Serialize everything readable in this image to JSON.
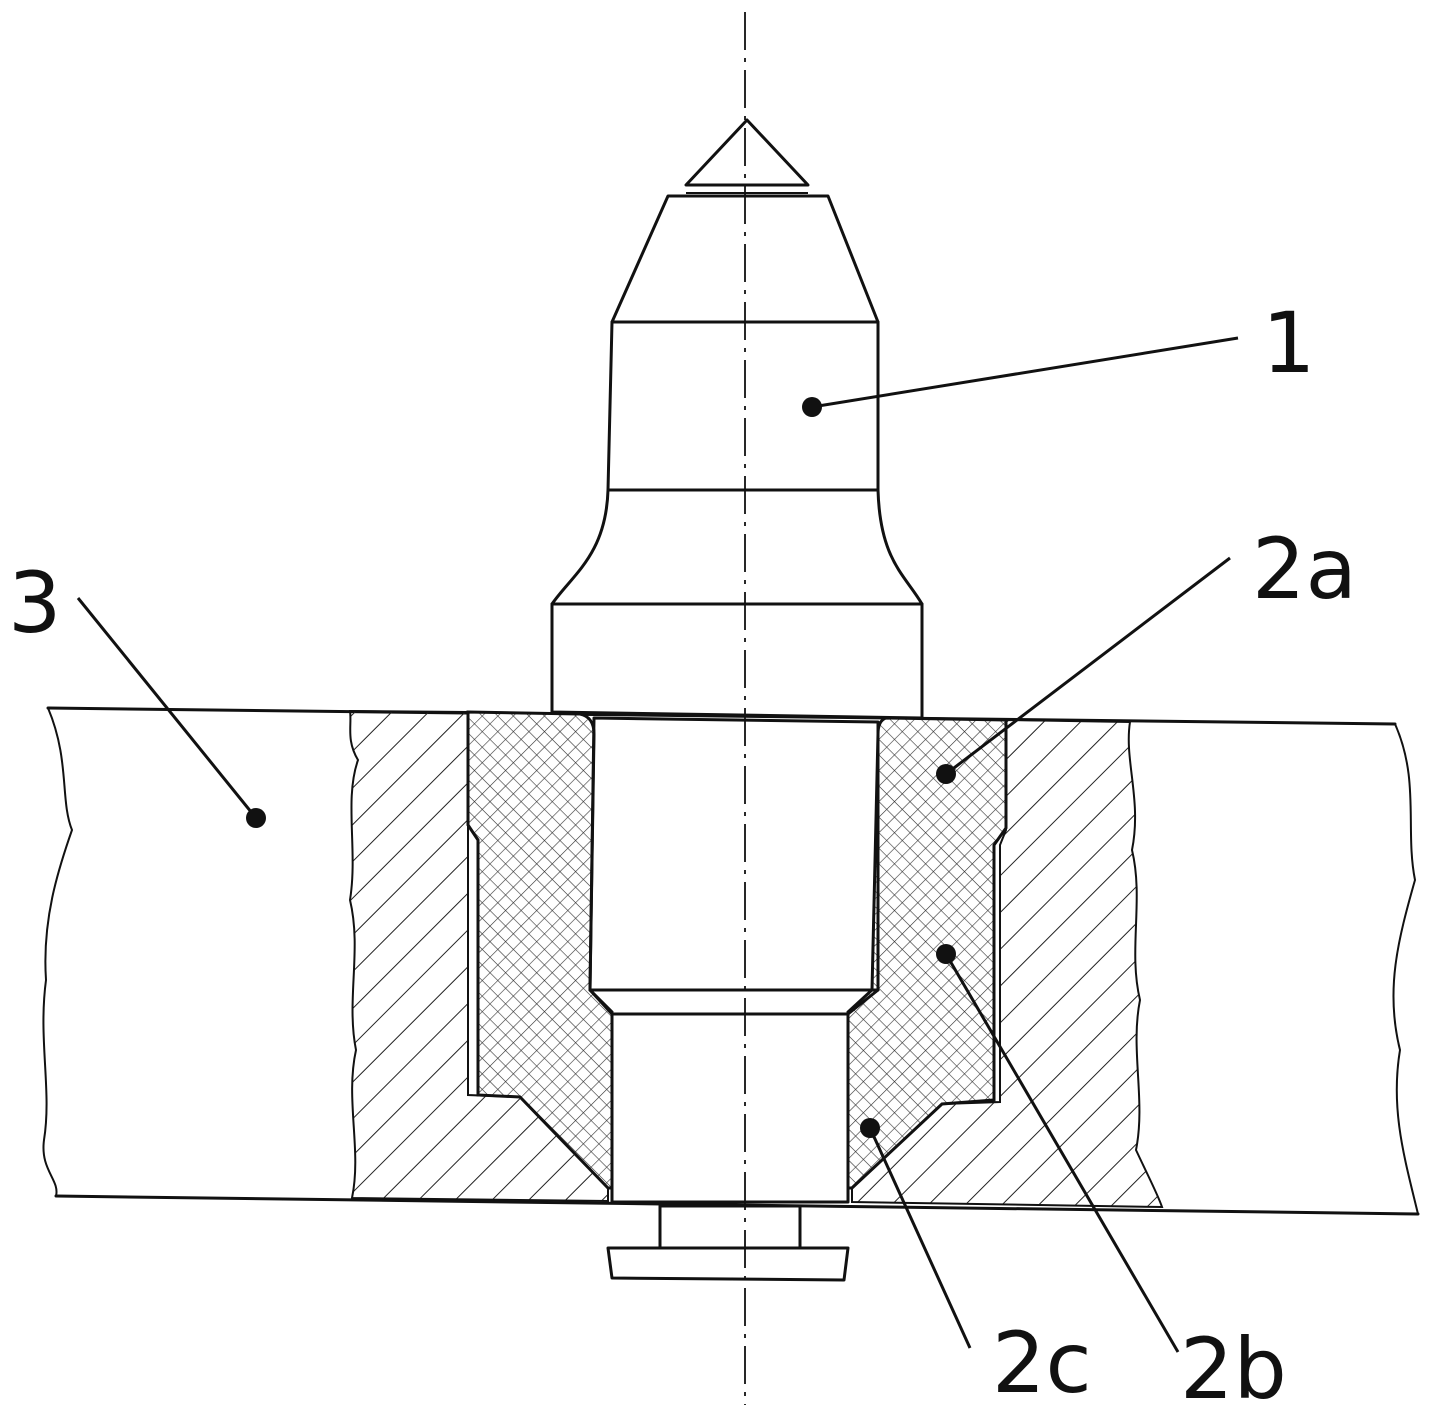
{
  "figure": {
    "labels": [
      {
        "id": "part-1",
        "text": "1"
      },
      {
        "id": "part-2a",
        "text": "2a"
      },
      {
        "id": "part-2b",
        "text": "2b"
      },
      {
        "id": "part-2c",
        "text": "2c"
      },
      {
        "id": "part-3",
        "text": "3"
      }
    ]
  }
}
